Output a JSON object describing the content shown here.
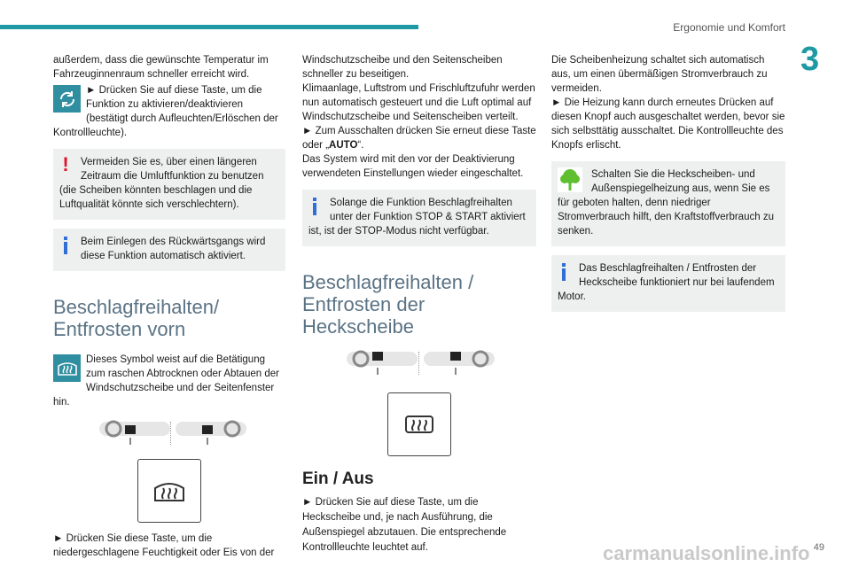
{
  "header": {
    "title": "Ergonomie und Komfort",
    "chapter": "3",
    "accent": "#1f9aa4"
  },
  "col1": {
    "p1": "außerdem, dass die gewünschte Temperatur im Fahrzeuginnenraum schneller erreicht wird.",
    "p2": "► Drücken Sie auf diese Taste, um die Funktion zu aktivieren/deaktivieren (bestätigt durch Aufleuchten/Erlöschen der Kontrollleuchte).",
    "warning": "Vermeiden Sie es, über einen längeren Zeitraum die Umluftfunktion zu benutzen (die Scheiben könnten beschlagen und die Luftqualität könnte sich verschlechtern).",
    "info": "Beim Einlegen des Rückwärtsgangs wird diese Funktion automatisch aktiviert.",
    "heading": "Beschlagfreihalten/ Entfrosten vorn",
    "p3": "Dieses Symbol weist auf die Betätigung zum raschen Abtrocknen oder Abtauen der Windschutzscheibe und der Seitenfenster hin.",
    "p4": "► Drücken Sie diese Taste, um die niedergeschlagene Feuchtigkeit oder Eis von der"
  },
  "col2": {
    "p1": "Windschutzscheibe und den Seitenscheiben schneller zu beseitigen.",
    "p2": "Klimaanlage, Luftstrom und Frischluftzufuhr werden nun automatisch gesteuert und die Luft optimal auf Windschutzscheibe und Seitenscheiben verteilt.",
    "p3a": "► Zum Ausschalten drücken Sie erneut diese Taste oder „",
    "p3b": "AUTO",
    "p3c": "“.",
    "p4": "Das System wird mit den vor der Deaktivierung verwendeten Einstellungen wieder eingeschaltet.",
    "info": "Solange die Funktion Beschlagfreihalten unter der Funktion STOP & START aktiviert ist, ist der STOP-Modus nicht verfügbar.",
    "heading": "Beschlagfreihalten / Entfrosten der Heckscheibe",
    "subheading": "Ein / Aus",
    "p5": "► Drücken Sie auf diese Taste, um die Heckscheibe und, je nach Ausführung, die Außenspiegel abzutauen. Die entsprechende Kontrollleuchte leuchtet auf."
  },
  "col3": {
    "p1": "Die Scheibenheizung schaltet sich automatisch aus, um einen übermäßigen Stromverbrauch zu vermeiden.",
    "p2": "► Die Heizung kann durch erneutes Drücken auf diesen Knopf auch ausgeschaltet werden, bevor sie sich selbsttätig ausschaltet. Die Kontrollleuchte des Knopfs erlischt.",
    "eco": "Schalten Sie die Heckscheiben- und Außenspiegelheizung aus, wenn Sie es für geboten halten, denn niedriger Stromverbrauch hilft, den Kraftstoffverbrauch zu senken.",
    "info": "Das Beschlagfreihalten / Entfrosten der Heckscheibe funktioniert nur bei laufendem Motor."
  },
  "footer": {
    "page": "49",
    "watermark": "carmanualsonline.info"
  },
  "icons": {
    "recirc": "recirculation-icon",
    "windshield": "windshield-defrost-icon",
    "rear": "rear-defrost-icon",
    "warning": "exclamation-icon",
    "info": "info-icon",
    "eco": "eco-leaf-icon"
  }
}
